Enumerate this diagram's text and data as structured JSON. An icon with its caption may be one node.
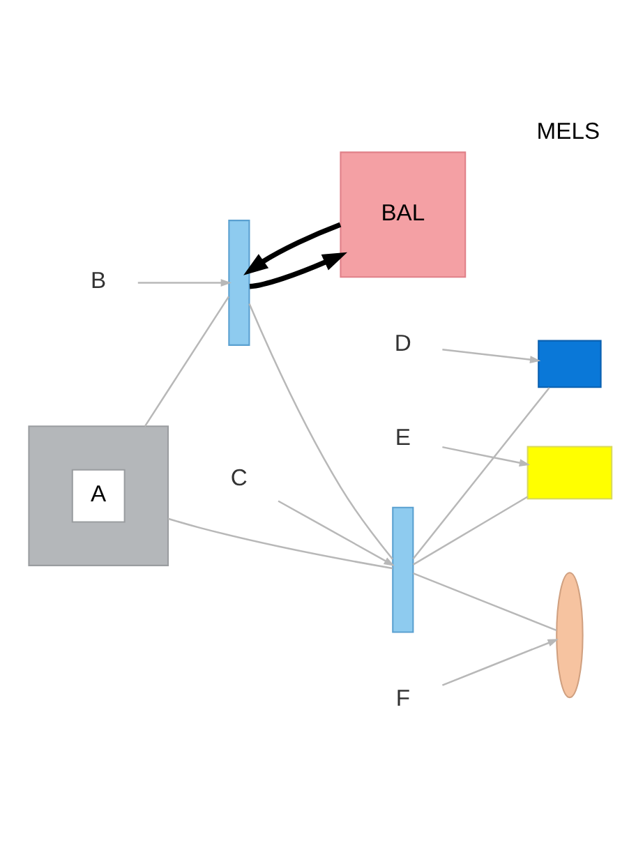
{
  "diagram": {
    "title": "MELS",
    "nodes": [
      {
        "text": [],
        "shape": "box"
      },
      {
        "text": [
          "A"
        ],
        "in": 0
      },
      {
        "text": [],
        "shape": "bar"
      },
      {
        "text": [
          "BAL"
        ]
      },
      {
        "text": [],
        "shape": "bar"
      },
      {
        "text": [],
        "shape": "box"
      },
      {
        "text": [],
        "shape": "box"
      },
      {
        "text": [],
        "shape": "ellipse"
      },
      {
        "text": [
          "B"
        ]
      },
      {
        "text": [
          "C"
        ]
      },
      {
        "text": [
          "D"
        ]
      },
      {
        "text": [
          "E"
        ]
      },
      {
        "text": [
          "F"
        ]
      }
    ],
    "edges": [
      {
        "from": 0,
        "to": 2,
        "arrow": "none"
      },
      {
        "from": 0,
        "to": 4,
        "arrow": "none"
      },
      {
        "from": 3,
        "to": 2,
        "arrow": "to",
        "style": "thick",
        "color": "#000000"
      },
      {
        "from": 2,
        "to": 3,
        "arrow": "to",
        "style": "thick",
        "color": "#000000"
      },
      {
        "from": 2,
        "to": 4,
        "arrow": "none"
      },
      {
        "from": 4,
        "to": 5,
        "arrow": "none"
      },
      {
        "from": 4,
        "to": 6,
        "arrow": "none"
      },
      {
        "from": 4,
        "to": 7,
        "arrow": "none"
      },
      {
        "from": 8,
        "to": 2,
        "arrow": "to"
      },
      {
        "from": 9,
        "to": 4,
        "arrow": "to"
      },
      {
        "from": 10,
        "to": 5,
        "arrow": "to"
      },
      {
        "from": 11,
        "to": 6,
        "arrow": "to"
      },
      {
        "from": 12,
        "to": 7,
        "arrow": "to"
      }
    ]
  }
}
